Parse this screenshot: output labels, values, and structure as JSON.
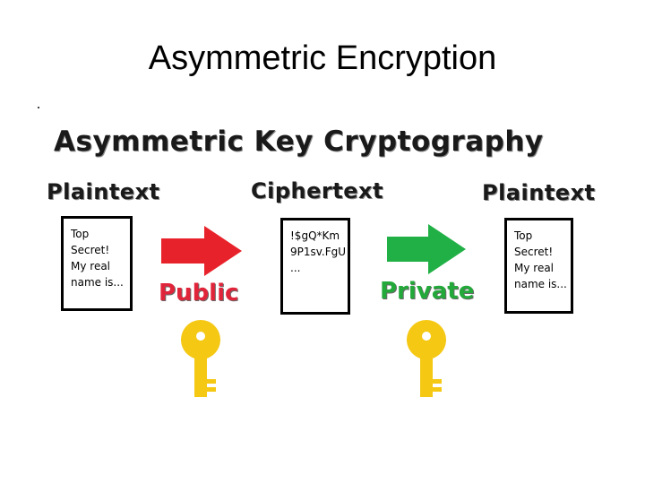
{
  "slide": {
    "title": "Asymmetric Encryption"
  },
  "diagram": {
    "heading": "Asymmetric Key Cryptography",
    "left_label": "Plaintext",
    "middle_label": "Ciphertext",
    "right_label": "Plaintext",
    "left_document": {
      "lines": [
        "Top",
        "Secret!",
        "My real",
        "name is..."
      ]
    },
    "middle_document": {
      "lines": [
        "!$gQ*Km",
        "9P1sv.FgU",
        "..."
      ]
    },
    "right_document": {
      "lines": [
        "Top",
        "Secret!",
        "My real",
        "name is..."
      ]
    },
    "public_key_label": "Public",
    "private_key_label": "Private"
  },
  "colors": {
    "public_arrow": "#e8222a",
    "private_arrow": "#21b046",
    "key": "#f5c814",
    "public_text": "#e0243a",
    "private_text": "#23a83a"
  },
  "icons": {
    "public_arrow": "right-arrow-icon",
    "private_arrow": "right-arrow-icon",
    "public_key": "key-icon",
    "private_key": "key-icon"
  }
}
